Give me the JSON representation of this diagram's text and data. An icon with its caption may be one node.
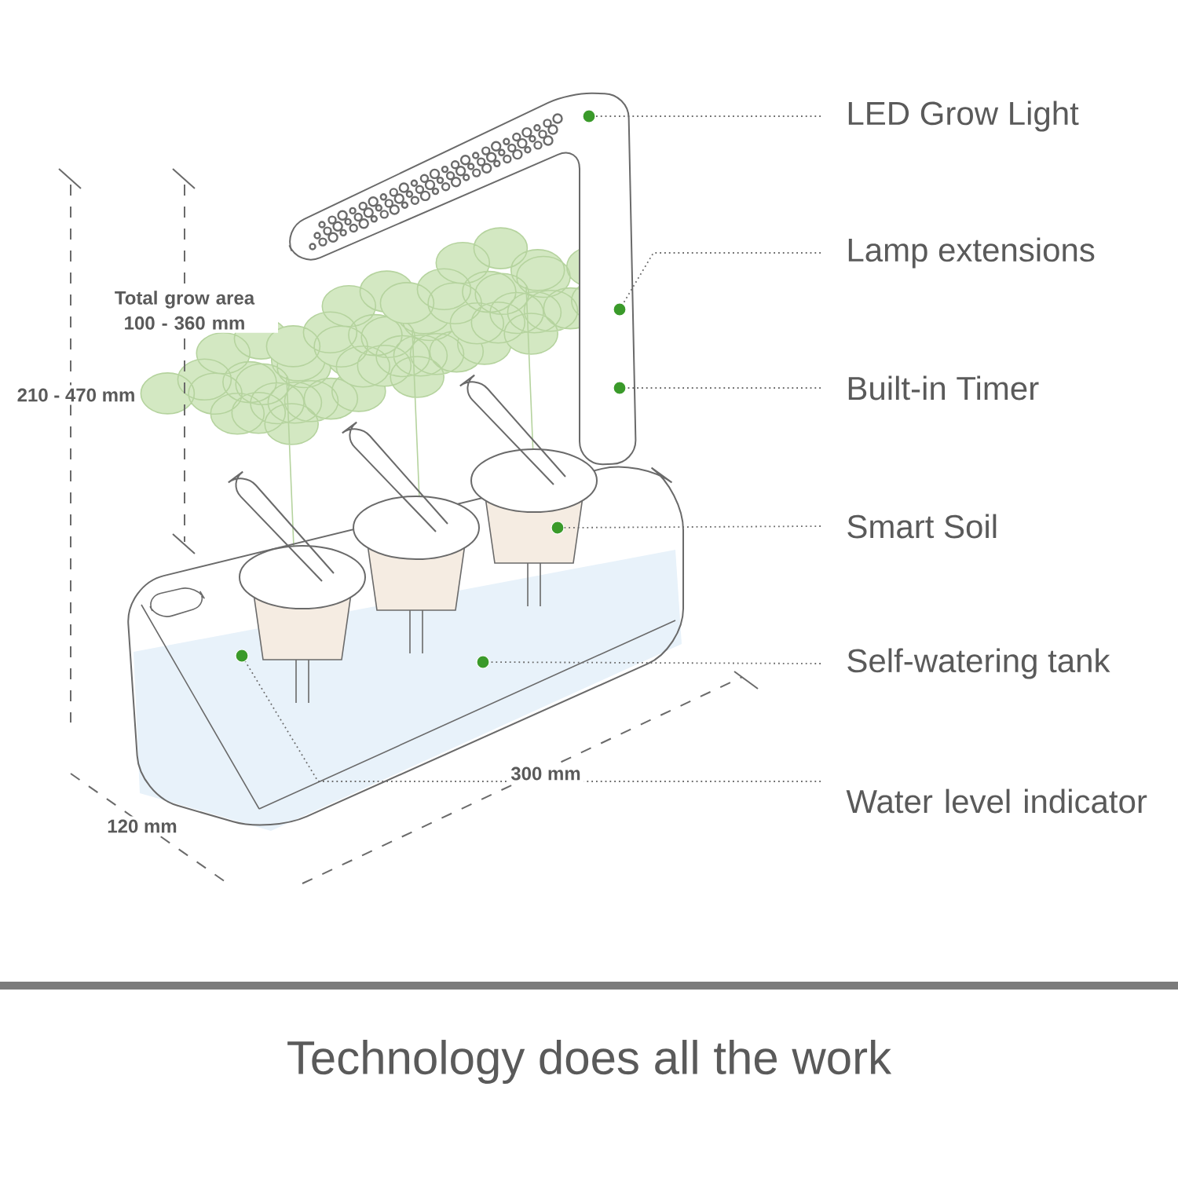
{
  "diagram": {
    "caption": "Technology does all the work",
    "nodes": [
      {
        "text": [
          "LED Grow Light"
        ]
      },
      {
        "text": [
          "Lamp extensions"
        ]
      },
      {
        "text": [
          "Built-in Timer"
        ]
      },
      {
        "text": [
          "Smart Soil"
        ]
      },
      {
        "text": [
          "Self-watering tank"
        ]
      },
      {
        "text": [
          "Water level indicator"
        ]
      },
      {
        "text": [],
        "shape": "circle"
      },
      {
        "text": [],
        "shape": "circle"
      },
      {
        "text": [],
        "shape": "circle"
      },
      {
        "text": [],
        "shape": "circle"
      },
      {
        "text": [],
        "shape": "circle"
      },
      {
        "text": [],
        "shape": "circle"
      }
    ],
    "edges": [
      {
        "from": 0,
        "to": 9,
        "arrow": "none"
      },
      {
        "from": 1,
        "to": 10,
        "arrow": "none"
      },
      {
        "from": 2,
        "to": 11,
        "arrow": "none"
      },
      {
        "from": 3,
        "to": 8,
        "arrow": "none"
      },
      {
        "from": 4,
        "to": 7,
        "arrow": "none"
      },
      {
        "from": 5,
        "to": 6,
        "arrow": "none"
      }
    ],
    "labels": [
      "Total grow area 100 - 360 mm",
      "210 - 470 mm",
      "300 mm",
      "120 mm"
    ]
  }
}
